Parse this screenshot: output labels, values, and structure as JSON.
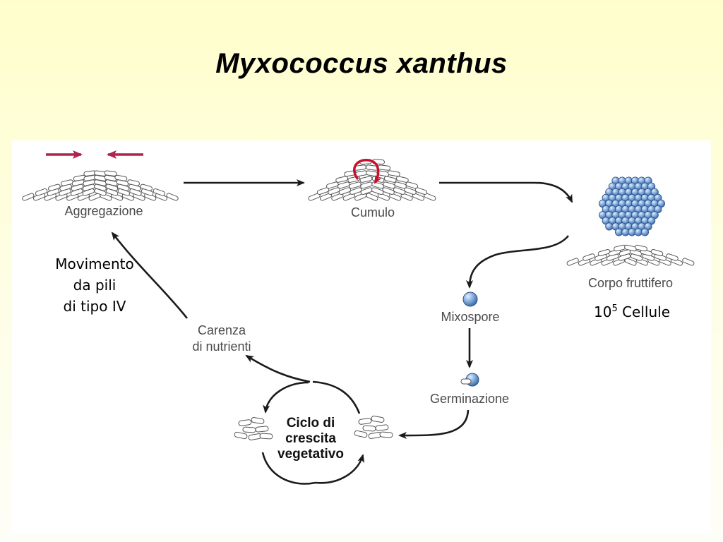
{
  "slide": {
    "title": "Myxococcus xanthus"
  },
  "stages": {
    "aggregation": "Aggregazione",
    "mound": "Cumulo",
    "fruiting_body": "Corpo fruttifero",
    "myxospores": "Mixospore",
    "germination": "Germinazione",
    "starvation_line1": "Carenza",
    "starvation_line2": "di nutrienti",
    "cycle_line1": "Ciclo di",
    "cycle_line2": "crescita",
    "cycle_line3": "vegetativo"
  },
  "notes": {
    "movement_line1": "Movimento",
    "movement_line2": "da pili",
    "movement_line3": "di tipo IV",
    "cells_base": "10",
    "cells_exponent": "5",
    "cells_unit": "Cellule"
  },
  "colors": {
    "inward_arrows": "#b0244a",
    "rotation_arrow": "#c8102e",
    "spore_fill": "#6e9dd6",
    "arrow_stroke": "#1a1a1a"
  }
}
